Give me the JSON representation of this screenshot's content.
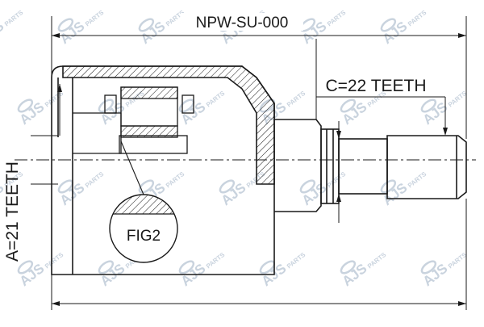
{
  "diagram": {
    "part_number": "NPW-SU-000",
    "dimension_a_label": "A=21 TEETH",
    "dimension_c_label": "C=22 TEETH",
    "detail_label": "FIG2"
  },
  "watermark": {
    "brand_text": "AJS",
    "sub_text": "PARTS"
  },
  "colors": {
    "line": "#1a1a1a",
    "watermark": "#c9d3de",
    "background": "#ffffff"
  }
}
